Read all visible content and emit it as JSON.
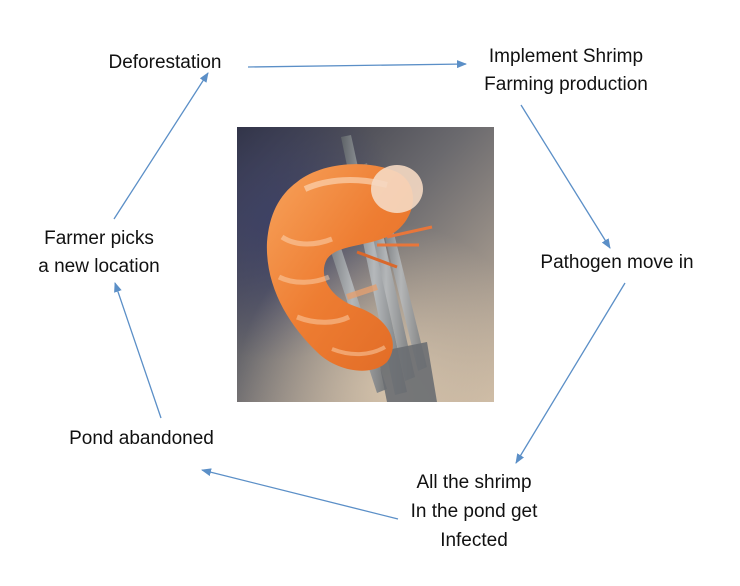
{
  "diagram": {
    "nodes": {
      "deforestation": {
        "lines": [
          "Deforestation"
        ]
      },
      "implement": {
        "lines": [
          "Implement Shrimp",
          "Farming production"
        ]
      },
      "pathogen": {
        "lines": [
          "Pathogen move in"
        ]
      },
      "infected": {
        "lines": [
          "All the shrimp",
          "In the pond get",
          "Infected"
        ]
      },
      "abandoned": {
        "lines": [
          "Pond abandoned"
        ]
      },
      "farmer": {
        "lines": [
          "Farmer picks",
          "a new location"
        ]
      }
    },
    "cycle_order": [
      "deforestation",
      "implement",
      "pathogen",
      "infected",
      "abandoned",
      "farmer"
    ],
    "arrow_color": "#5b8fc7"
  },
  "photo": {
    "subject": "cooked shrimp on fork",
    "colors": {
      "shrimp": "#f08a3c",
      "shrimp_light": "#f9c9a0",
      "fork": "#8a8e92",
      "background_dark": "#3a3a4a",
      "background_light": "#c9b9a4"
    }
  }
}
